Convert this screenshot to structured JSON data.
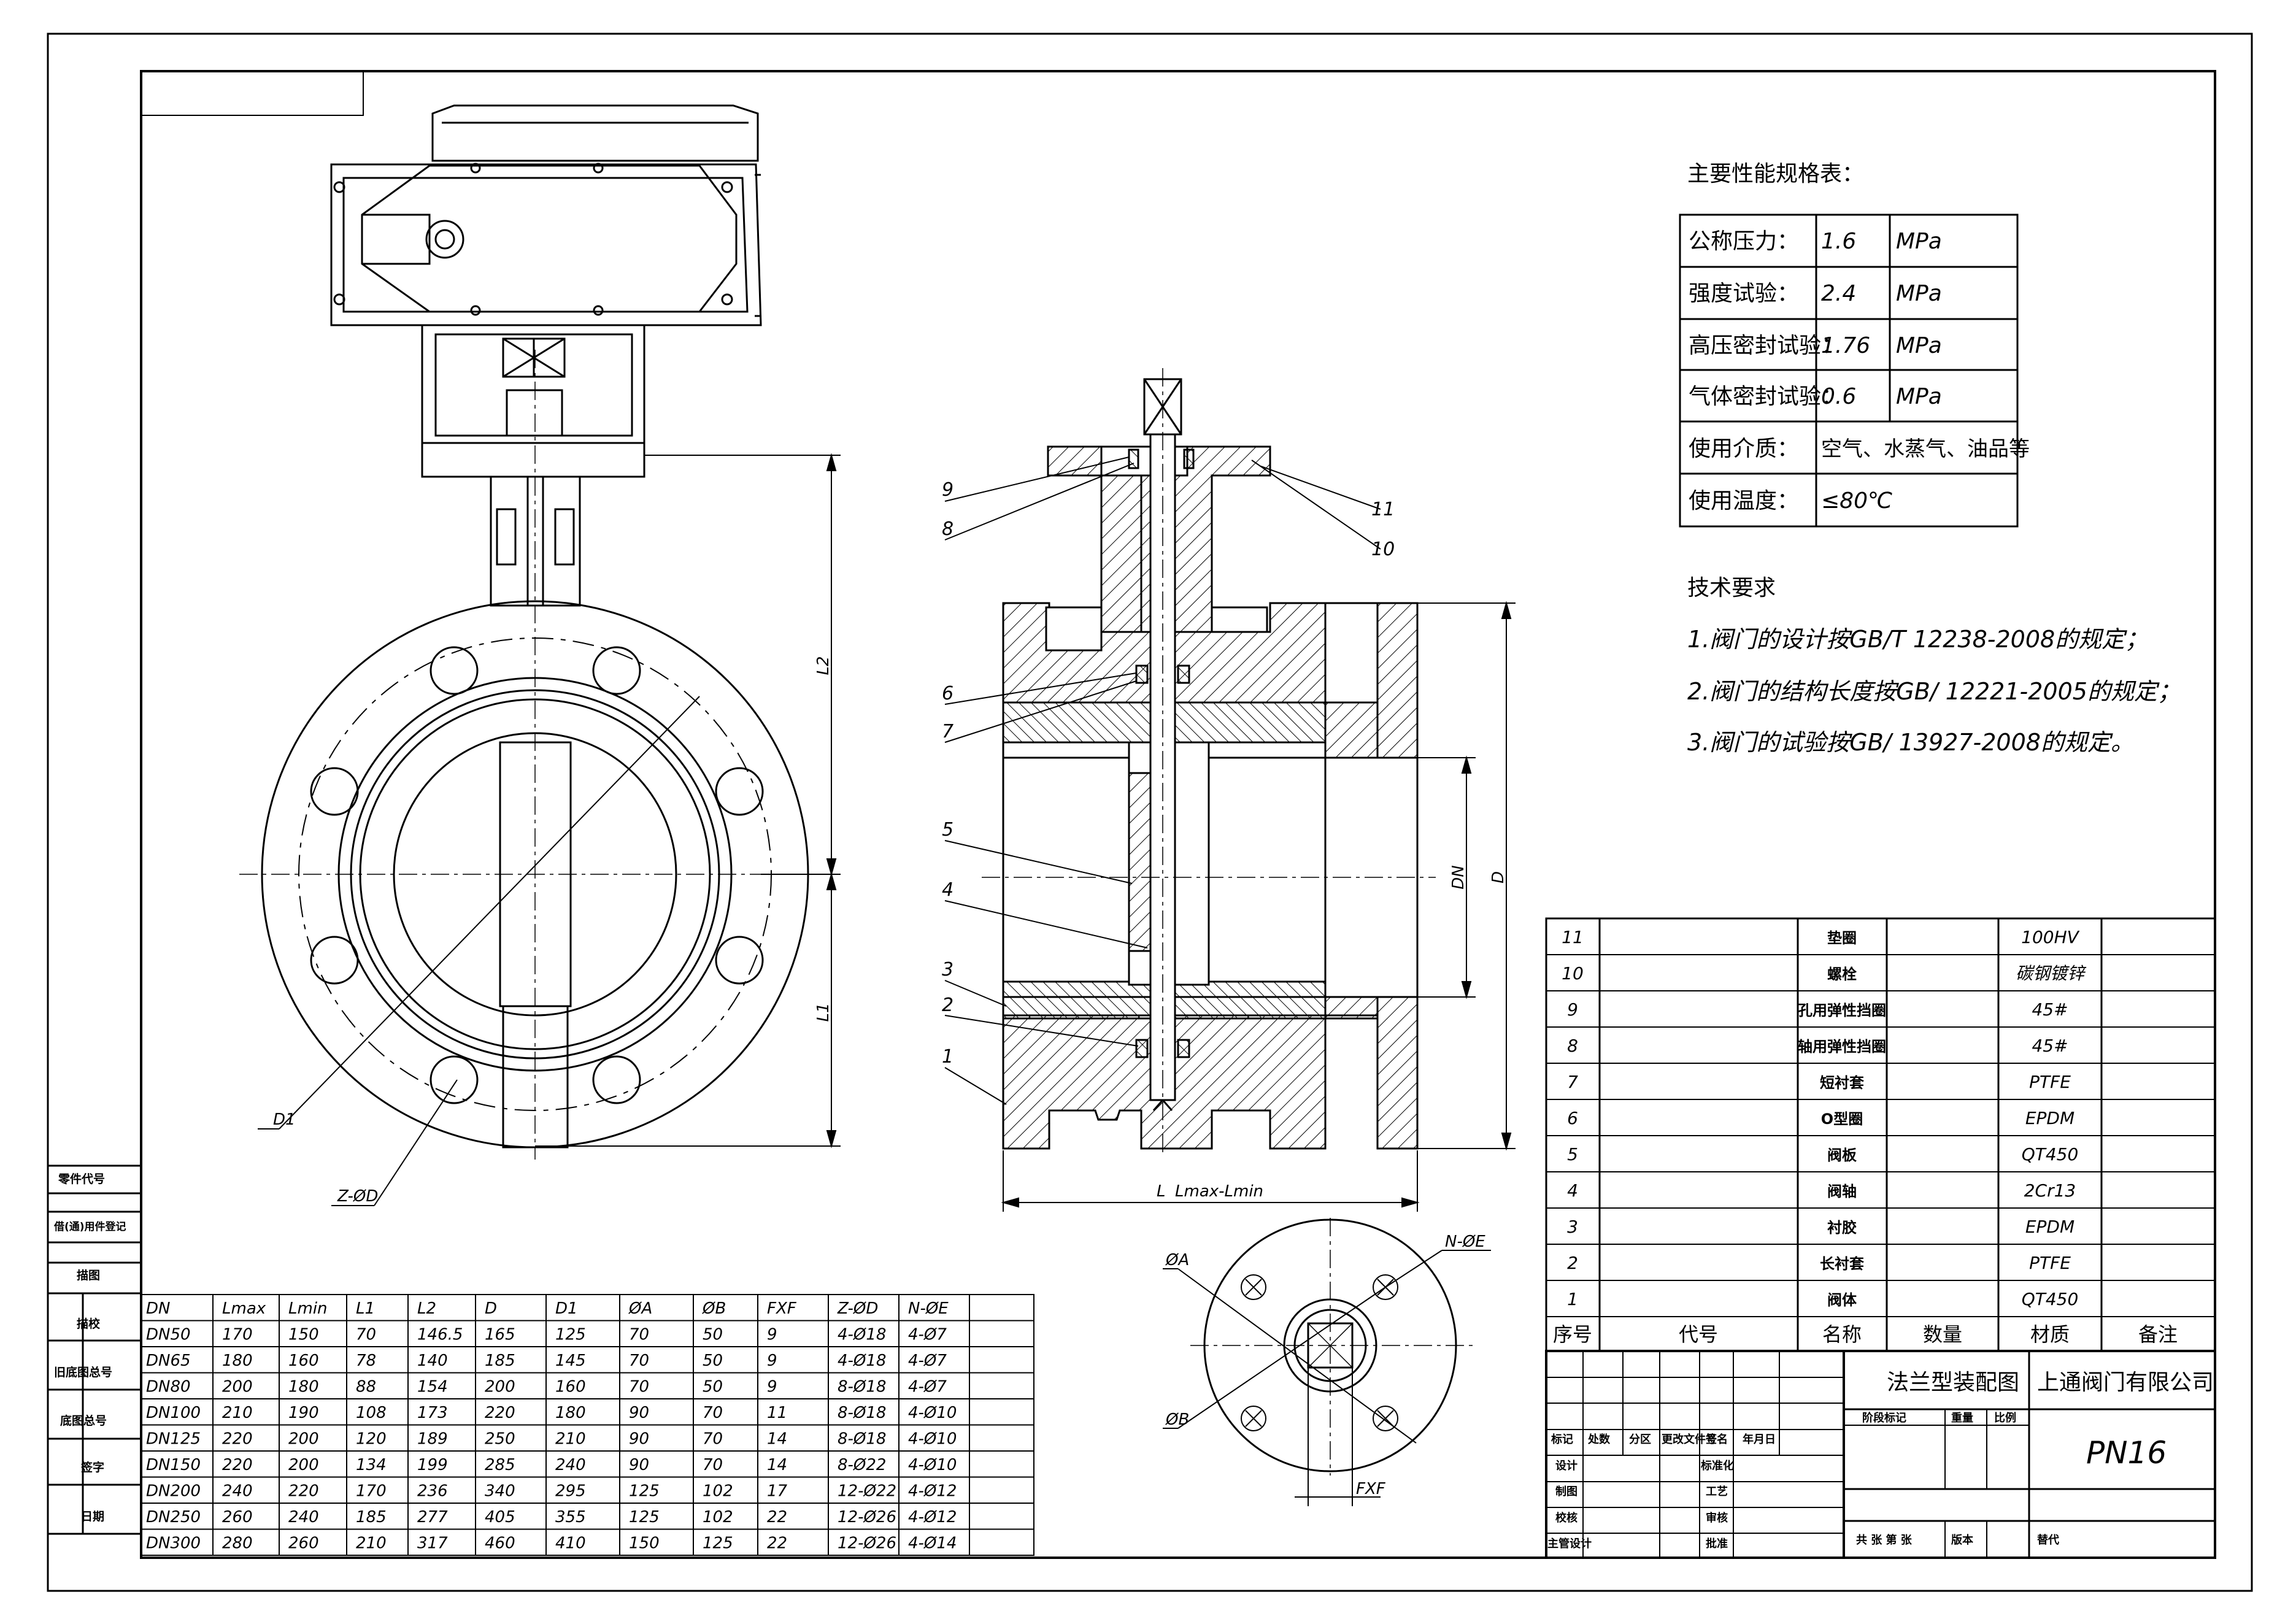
{
  "spec": {
    "title": "主要性能规格表：",
    "rows": [
      {
        "label": "公称压力：",
        "value": "1.6",
        "unit": "MPa"
      },
      {
        "label": "强度试验：",
        "value": "2.4",
        "unit": "MPa"
      },
      {
        "label": "高压密封试验：",
        "value": "1.76",
        "unit": "MPa"
      },
      {
        "label": "气体密封试验：",
        "value": "0.6",
        "unit": "MPa"
      },
      {
        "label": "使用介质：",
        "value": "空气、水蒸气、油品等",
        "unit": ""
      },
      {
        "label": "使用温度：",
        "value": "≤80℃",
        "unit": ""
      }
    ]
  },
  "tech": {
    "title": "技术要求",
    "items": [
      "1.阀门的设计按GB/T 12238-2008的规定；",
      "2.阀门的结构长度按GB/ 12221-2005的规定；",
      "3.阀门的试验按GB/ 13927-2008的规定。"
    ]
  },
  "parts": {
    "rows": [
      {
        "no": "11",
        "code": "",
        "name": "垫圈",
        "qty": "",
        "material": "100HV",
        "note": ""
      },
      {
        "no": "10",
        "code": "",
        "name": "螺栓",
        "qty": "",
        "material": "碳钢镀锌",
        "note": ""
      },
      {
        "no": "9",
        "code": "",
        "name": "孔用弹性挡圈",
        "qty": "",
        "material": "45#",
        "note": ""
      },
      {
        "no": "8",
        "code": "",
        "name": "轴用弹性挡圈",
        "qty": "",
        "material": "45#",
        "note": ""
      },
      {
        "no": "7",
        "code": "",
        "name": "短衬套",
        "qty": "",
        "material": "PTFE",
        "note": ""
      },
      {
        "no": "6",
        "code": "",
        "name": "O型圈",
        "qty": "",
        "material": "EPDM",
        "note": ""
      },
      {
        "no": "5",
        "code": "",
        "name": "阀板",
        "qty": "",
        "material": "QT450",
        "note": ""
      },
      {
        "no": "4",
        "code": "",
        "name": "阀轴",
        "qty": "",
        "material": "2Cr13",
        "note": ""
      },
      {
        "no": "3",
        "code": "",
        "name": "衬胶",
        "qty": "",
        "material": "EPDM",
        "note": ""
      },
      {
        "no": "2",
        "code": "",
        "name": "长衬套",
        "qty": "",
        "material": "PTFE",
        "note": ""
      },
      {
        "no": "1",
        "code": "",
        "name": "阀体",
        "qty": "",
        "material": "QT450",
        "note": ""
      }
    ],
    "header": {
      "no": "序号",
      "code": "代号",
      "name": "名称",
      "qty": "数量",
      "material": "材质",
      "note": "备注"
    }
  },
  "titleblock": {
    "drawing_name": "法兰型装配图",
    "company": "上通阀门有限公司",
    "grade": "PN16",
    "row_labels": [
      "标记",
      "处数",
      "分区",
      "更改文件号",
      "签名",
      "年月日"
    ],
    "stage_labels": [
      "阶段标记",
      "重量",
      "比例"
    ],
    "left_labels": [
      "设计",
      "制图",
      "校核",
      "主管设计"
    ],
    "mid_labels": [
      "标准化",
      "工艺",
      "审核",
      "批准"
    ],
    "bottom": [
      "共 张 第 张",
      "版本",
      "替代"
    ]
  },
  "side_labels": [
    "零件代号",
    "借(通)用件登记",
    "描图",
    "描校",
    "旧底图总号",
    "底图总号",
    "签字",
    "日期"
  ],
  "dims": {
    "header": [
      "DN",
      "Lmax",
      "Lmin",
      "L1",
      "L2",
      "D",
      "D1",
      "ØA",
      "ØB",
      "FXF",
      "Z-ØD",
      "N-ØE"
    ],
    "rows": [
      [
        "DN50",
        "170",
        "150",
        "70",
        "146.5",
        "165",
        "125",
        "70",
        "50",
        "9",
        "4-Ø18",
        "4-Ø7"
      ],
      [
        "DN65",
        "180",
        "160",
        "78",
        "140",
        "185",
        "145",
        "70",
        "50",
        "9",
        "4-Ø18",
        "4-Ø7"
      ],
      [
        "DN80",
        "200",
        "180",
        "88",
        "154",
        "200",
        "160",
        "70",
        "50",
        "9",
        "8-Ø18",
        "4-Ø7"
      ],
      [
        "DN100",
        "210",
        "190",
        "108",
        "173",
        "220",
        "180",
        "90",
        "70",
        "11",
        "8-Ø18",
        "4-Ø10"
      ],
      [
        "DN125",
        "220",
        "200",
        "120",
        "189",
        "250",
        "210",
        "90",
        "70",
        "14",
        "8-Ø18",
        "4-Ø10"
      ],
      [
        "DN150",
        "220",
        "200",
        "134",
        "199",
        "285",
        "240",
        "90",
        "70",
        "14",
        "8-Ø22",
        "4-Ø10"
      ],
      [
        "DN200",
        "240",
        "220",
        "170",
        "236",
        "340",
        "295",
        "125",
        "102",
        "17",
        "12-Ø22",
        "4-Ø12"
      ],
      [
        "DN250",
        "260",
        "240",
        "185",
        "277",
        "405",
        "355",
        "125",
        "102",
        "22",
        "12-Ø26",
        "4-Ø12"
      ],
      [
        "DN300",
        "280",
        "260",
        "210",
        "317",
        "460",
        "410",
        "150",
        "125",
        "22",
        "12-Ø26",
        "4-Ø14"
      ]
    ]
  },
  "drawing_labels": {
    "front": {
      "l1": "L1",
      "l2": "L2",
      "d1": "D1",
      "zod": "Z-ØD"
    },
    "section": {
      "dn": "DN",
      "d": "D",
      "l": "L",
      "lrange": "Lmax-Lmin",
      "balloons_left": [
        "9",
        "8",
        "6",
        "7",
        "5",
        "4",
        "3",
        "2",
        "1"
      ],
      "balloons_right": [
        "11",
        "10"
      ]
    },
    "topview": {
      "a": "ØA",
      "b": "ØB",
      "ne": "N-ØE",
      "fxf": "FXF"
    }
  }
}
